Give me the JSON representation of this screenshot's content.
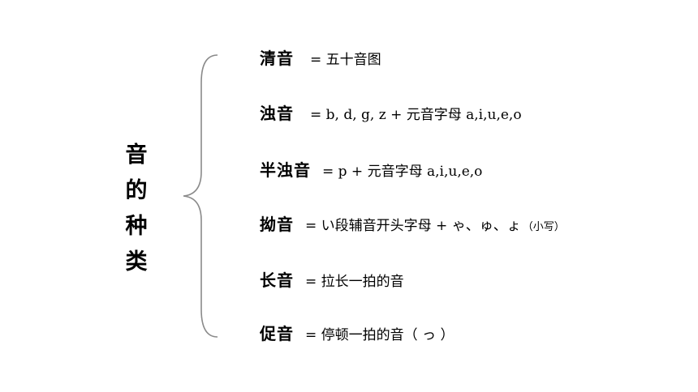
{
  "title": {
    "chars": [
      "音",
      "的",
      "种",
      "类"
    ]
  },
  "items": [
    {
      "term": "清音",
      "definition": "= 五十音图",
      "note": ""
    },
    {
      "term": "浊音",
      "definition": "= b, d, g, z + 元音字母 a,i,u,e,o",
      "note": ""
    },
    {
      "term": "半浊音",
      "definition": "= p + 元音字母 a,i,u,e,o",
      "note": ""
    },
    {
      "term": "拗音",
      "definition": "= い段辅音开头字母 + ゃ、ゅ、ょ",
      "note": "（小写）"
    },
    {
      "term": "长音",
      "definition": "= 拉长一拍的音",
      "note": ""
    },
    {
      "term": "促音",
      "definition": "= 停顿一拍的音（ っ ）",
      "note": ""
    }
  ]
}
